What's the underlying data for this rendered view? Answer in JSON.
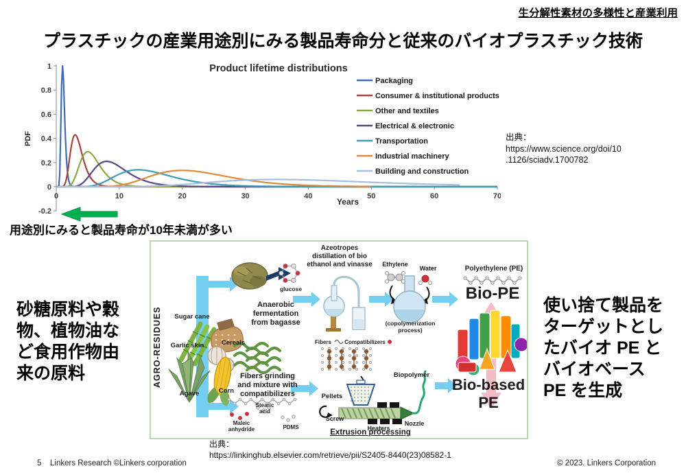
{
  "page": {
    "header_right": "生分解性素材の多様性と産業利用",
    "title": "プラスチックの産業用途別にみる製品寿命分と従来のバイオプラスチック技術",
    "annotation_arrow": "用途別にみると製品寿命が10年未満が多い",
    "left_note": "砂糖原料や穀\n物、植物油な\nど食用作物由\n来の原料",
    "right_note": "使い捨て製品を\nターゲットとし\nたバイオ PE と\nバイオベース\nPE を生成",
    "source_chart": "出典：\nhttps://www.science.org/doi/10\n.1126/sciadv.1700782",
    "source_diagram": "出典：\nhttps://linkinghub.elsevier.com/retrieve/pii/S2405-8440(23)08582-1",
    "footer": {
      "page_number": "5",
      "left": "Linkers Research ©Linkers corporation",
      "right": "© 2023. Linkers Corporation"
    }
  },
  "chart_data": {
    "type": "line",
    "title": "Product lifetime distributions",
    "xlabel": "Years",
    "ylabel": "PDF",
    "xlim": [
      0,
      70
    ],
    "ylim": [
      -0.2,
      1.0
    ],
    "x_ticks": [
      0,
      10,
      20,
      30,
      40,
      50,
      60,
      70
    ],
    "y_ticks": [
      -0.2,
      0,
      0.2,
      0.4,
      0.6,
      0.8,
      1
    ],
    "grid": false,
    "legend_position": "right",
    "curve_model": "log-normal shape: y = peak * exp(-(ln(x/mode))^2 / (2*sigma^2))",
    "series": [
      {
        "name": "Packaging",
        "color": "#3c6cb4",
        "mode": 1,
        "peak": 1.0,
        "sigma": 0.28,
        "x_end": 70
      },
      {
        "name": "Consumer & institutional products",
        "color": "#a8423e",
        "mode": 3,
        "peak": 0.43,
        "sigma": 0.32,
        "x_end": 70
      },
      {
        "name": "Other and textiles",
        "color": "#8ca844",
        "mode": 5,
        "peak": 0.29,
        "sigma": 0.32,
        "x_end": 70
      },
      {
        "name": "Electrical & electronic",
        "color": "#564787",
        "mode": 8,
        "peak": 0.21,
        "sigma": 0.33,
        "x_end": 70
      },
      {
        "name": "Transportation",
        "color": "#3d9db8",
        "mode": 13,
        "peak": 0.14,
        "sigma": 0.34,
        "x_end": 70
      },
      {
        "name": "Industrial machinery",
        "color": "#e0883c",
        "mode": 20,
        "peak": 0.135,
        "sigma": 0.31,
        "x_end": 50
      },
      {
        "name": "Building and construction",
        "color": "#a7bede",
        "mode": 35,
        "peak": 0.06,
        "sigma": 0.36,
        "x_end": 64
      }
    ]
  },
  "diagram": {
    "agro_residues": "AGRO-RESIDUES",
    "crops": {
      "sugar_cane": "Sugar cane",
      "cereals": "Cereals",
      "garlic_skin": "Garlic skin",
      "agave": "Agave",
      "corn": "Corn"
    },
    "glucose": "glucose",
    "anaerobic": "Anaerobic\nfermentation\nfrom bagasse",
    "azeotropes": "Azeotropes\ndistillation of bio\nethanol and vinasse",
    "ethylene": "Ethylene",
    "water": "Water",
    "copolymerization": "(copolymerization\nprocess)",
    "polyethylene": "Polyethylene (PE)",
    "bio_pe": "Bio-PE",
    "bio_based_pe": "Bio-based\nPE",
    "fibers_grinding": "Fibers grinding\nand mixture with\ncompatibilizers",
    "maleic_anhydride": "Maleic\nanhydride",
    "stearic_acid": "Stearic\nacid",
    "pdms": "PDMS",
    "fibers": "Fibers",
    "compatibilizers": "Compatibilizers",
    "pellets": "Pellets",
    "screw": "Screw",
    "heaters": "Heaters",
    "nozzle": "Nozzle",
    "biopolymer": "Biopolymer",
    "extrusion": "Extrusion processing",
    "arrow_color": "#74cef2",
    "green_arrow_color": "#00b050",
    "border_color": "#bcd8a8"
  }
}
